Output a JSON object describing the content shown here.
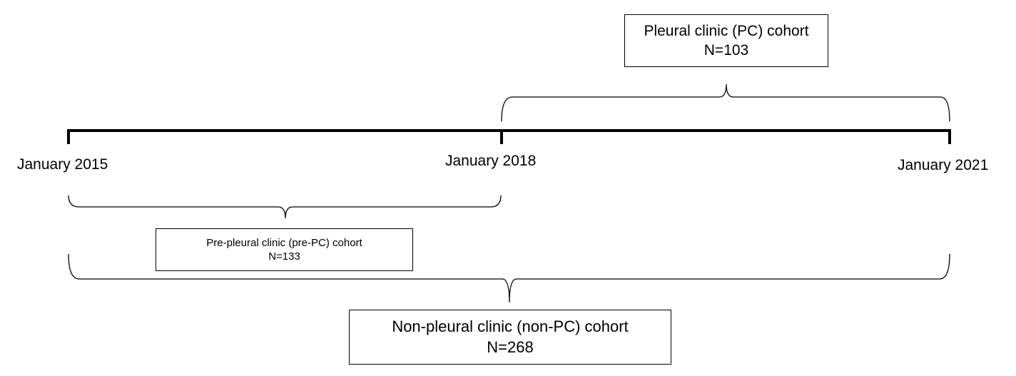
{
  "timeline": {
    "points": [
      {
        "label": "January 2015"
      },
      {
        "label": "January 2018"
      },
      {
        "label": "January 2021"
      }
    ]
  },
  "cohorts": {
    "pc": {
      "title": "Pleural clinic (PC) cohort",
      "count": "N=103"
    },
    "pre_pc": {
      "title": "Pre-pleural clinic (pre-PC) cohort",
      "count": "N=133"
    },
    "non_pc": {
      "title": "Non-pleural clinic (non-PC) cohort",
      "count": "N=268"
    }
  },
  "colors": {
    "line": "#000000",
    "text": "#000000",
    "background": "#ffffff"
  }
}
